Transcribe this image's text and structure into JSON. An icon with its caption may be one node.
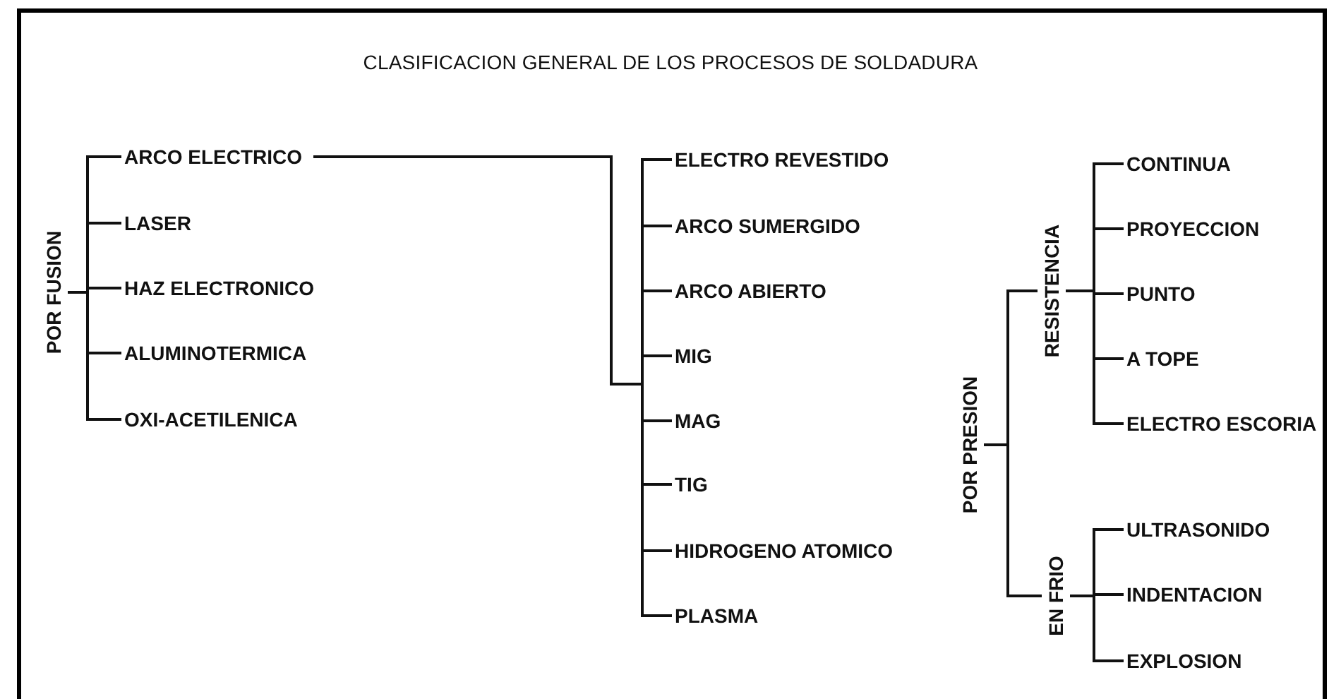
{
  "diagram": {
    "title": "CLASIFICACION GENERAL DE LOS PROCESOS DE SOLDADURA",
    "nodes": [
      {
        "text": [
          "POR FUSION"
        ]
      },
      {
        "text": [
          "ARCO ELECTRICO"
        ]
      },
      {
        "text": [
          "LASER"
        ]
      },
      {
        "text": [
          "HAZ ELECTRONICO"
        ]
      },
      {
        "text": [
          "ALUMINOTERMICA"
        ]
      },
      {
        "text": [
          "OXI-ACETILENICA"
        ]
      },
      {
        "text": [
          "ELECTRO REVESTIDO"
        ]
      },
      {
        "text": [
          "ARCO SUMERGIDO"
        ]
      },
      {
        "text": [
          "ARCO ABIERTO"
        ]
      },
      {
        "text": [
          "MIG"
        ]
      },
      {
        "text": [
          "MAG"
        ]
      },
      {
        "text": [
          "TIG"
        ]
      },
      {
        "text": [
          "HIDROGENO ATOMICO"
        ]
      },
      {
        "text": [
          "PLASMA"
        ]
      },
      {
        "text": [
          "POR PRESION"
        ]
      },
      {
        "text": [
          "RESISTENCIA"
        ]
      },
      {
        "text": [
          "CONTINUA"
        ]
      },
      {
        "text": [
          "PROYECCION"
        ]
      },
      {
        "text": [
          "PUNTO"
        ]
      },
      {
        "text": [
          "A TOPE"
        ]
      },
      {
        "text": [
          "ELECTRO ESCORIA"
        ]
      },
      {
        "text": [
          "EN FRIO"
        ]
      },
      {
        "text": [
          "ULTRASONIDO"
        ]
      },
      {
        "text": [
          "INDENTACION"
        ]
      },
      {
        "text": [
          "EXPLOSION"
        ]
      }
    ],
    "edges": [
      {
        "from": 0,
        "to": 1,
        "arrow": "none"
      },
      {
        "from": 0,
        "to": 2,
        "arrow": "none"
      },
      {
        "from": 0,
        "to": 3,
        "arrow": "none"
      },
      {
        "from": 0,
        "to": 4,
        "arrow": "none"
      },
      {
        "from": 0,
        "to": 5,
        "arrow": "none"
      },
      {
        "from": 1,
        "to": 6,
        "arrow": "none"
      },
      {
        "from": 1,
        "to": 7,
        "arrow": "none"
      },
      {
        "from": 1,
        "to": 8,
        "arrow": "none"
      },
      {
        "from": 1,
        "to": 9,
        "arrow": "none"
      },
      {
        "from": 1,
        "to": 10,
        "arrow": "none"
      },
      {
        "from": 1,
        "to": 11,
        "arrow": "none"
      },
      {
        "from": 1,
        "to": 12,
        "arrow": "none"
      },
      {
        "from": 1,
        "to": 13,
        "arrow": "none"
      },
      {
        "from": 14,
        "to": 15,
        "arrow": "none"
      },
      {
        "from": 14,
        "to": 21,
        "arrow": "none"
      },
      {
        "from": 15,
        "to": 16,
        "arrow": "none"
      },
      {
        "from": 15,
        "to": 17,
        "arrow": "none"
      },
      {
        "from": 15,
        "to": 18,
        "arrow": "none"
      },
      {
        "from": 15,
        "to": 19,
        "arrow": "none"
      },
      {
        "from": 15,
        "to": 20,
        "arrow": "none"
      },
      {
        "from": 21,
        "to": 22,
        "arrow": "none"
      },
      {
        "from": 21,
        "to": 23,
        "arrow": "none"
      },
      {
        "from": 21,
        "to": 24,
        "arrow": "none"
      }
    ]
  }
}
